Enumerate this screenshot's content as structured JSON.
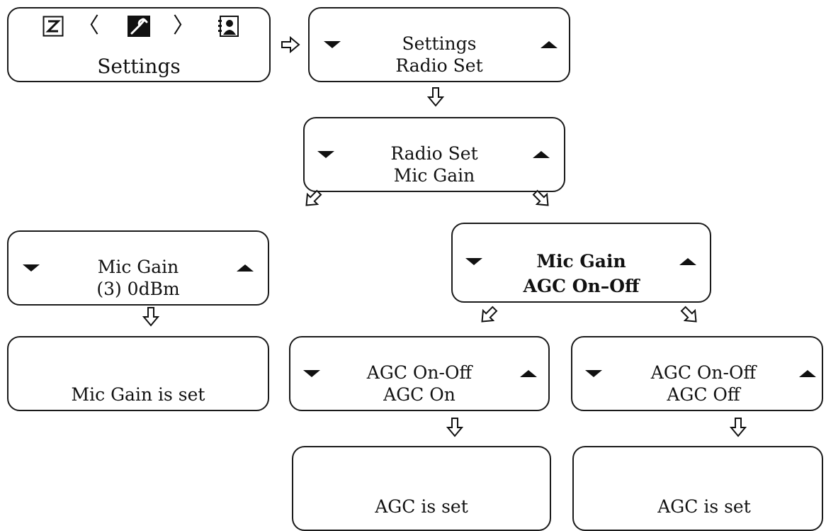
{
  "colors": {
    "stroke": "#1a1a1a",
    "background": "#ffffff",
    "text": "#111111"
  },
  "icons": {
    "home_bar": [
      "z-logo-icon",
      "chevron-left-icon",
      "wrench-settings-icon",
      "chevron-right-icon",
      "contact-card-icon"
    ],
    "menu": [
      "triangle-down-icon",
      "triangle-up-icon"
    ],
    "flow": [
      "hollow-arrow-right-icon",
      "hollow-arrow-down-icon",
      "hollow-arrow-down-left-icon",
      "hollow-arrow-down-right-icon"
    ]
  },
  "home_screen": {
    "label": "Settings",
    "chevron_left": "〈",
    "chevron_right": "〉"
  },
  "settings_screen": {
    "line1": "Settings",
    "line2": "Radio Set"
  },
  "radio_set_screen": {
    "line1": "Radio Set",
    "line2": "Mic Gain"
  },
  "mic_gain_screen": {
    "line1": "Mic Gain",
    "line2": "(3) 0dBm"
  },
  "mic_gain_set_screen": {
    "line1": "Mic Gain is set"
  },
  "agc_menu_screen": {
    "line1": "Mic Gain",
    "line2": "AGC On–Off"
  },
  "agc_on_screen": {
    "line1": "AGC On-Off",
    "line2": "AGC On"
  },
  "agc_off_screen": {
    "line1": "AGC On-Off",
    "line2": "AGC Off"
  },
  "agc_on_set_screen": {
    "line1": "AGC is set"
  },
  "agc_off_set_screen": {
    "line1": "AGC is set"
  }
}
